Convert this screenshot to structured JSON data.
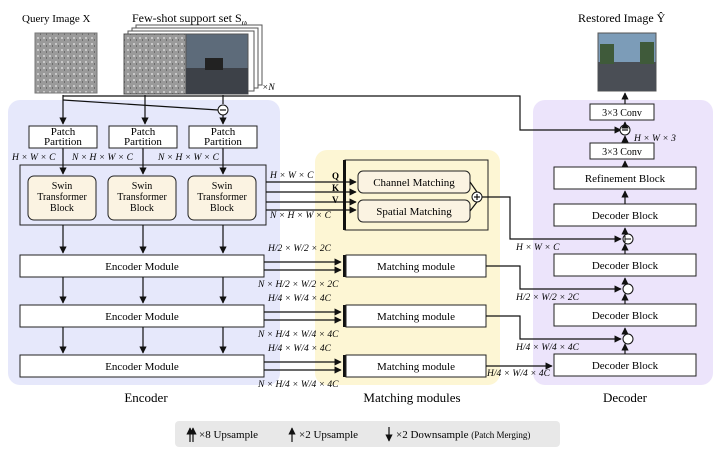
{
  "inputs": {
    "query_title": "Query Image X",
    "support_title": "Few-shot support set S",
    "support_subscript": "ω",
    "support_count": "×N",
    "output_title": "Restored Image Ŷ"
  },
  "encoder": {
    "section_label": "Encoder",
    "patch_partition": "Patch Partition",
    "swin_block": "Swin Transformer Block",
    "encoder_module": "Encoder Module",
    "dim_q": "H × W × C",
    "dim_s": "N × H × W × C",
    "dim_s2": "N × H × W × C"
  },
  "matching": {
    "section_label": "Matching modules",
    "channel_matching": "Channel Matching",
    "spatial_matching": "Spatial Matching",
    "matching_module": "Matching module",
    "q_label": "Q",
    "k_label": "K",
    "v_label": "V",
    "dims": {
      "swin_q": "H × W × C",
      "swin_s": "N × H × W × C",
      "enc1_q": "H/2 × W/2 × 2C",
      "enc1_s": "N × H/2 × W/2 × 2C",
      "enc2_q": "H/4 × W/4 × 4C",
      "enc2_s": "N × H/4 × W/4 × 4C",
      "enc3_q": "H/4 × W/4 × 4C",
      "enc3_s": "N × H/4 × W/4 × 4C"
    }
  },
  "decoder": {
    "section_label": "Decoder",
    "conv_top": "3×3 Conv",
    "conv_mid": "3×3 Conv",
    "refinement": "Refinement Block",
    "decoder_block": "Decoder Block",
    "dim_out": "H × W × 3",
    "dim_1": "H × W × C",
    "dim_2": "H/2 × W/2 × 2C",
    "dim_3": "H/4 × W/4 × 4C",
    "dim_4": "H/4 × W/4 × 4C"
  },
  "legend": {
    "up8": "×8 Upsample",
    "up2": "×2 Upsample",
    "down2": "×2 Downsample",
    "down2_note": "(Patch Merging)"
  },
  "colors": {
    "encoder_bg": "#e6e8fb",
    "matching_bg": "#fdf6d4",
    "decoder_bg": "#ece4fb",
    "block_fill": "#fbf3e2",
    "legend_bg": "#e8e8e8"
  }
}
